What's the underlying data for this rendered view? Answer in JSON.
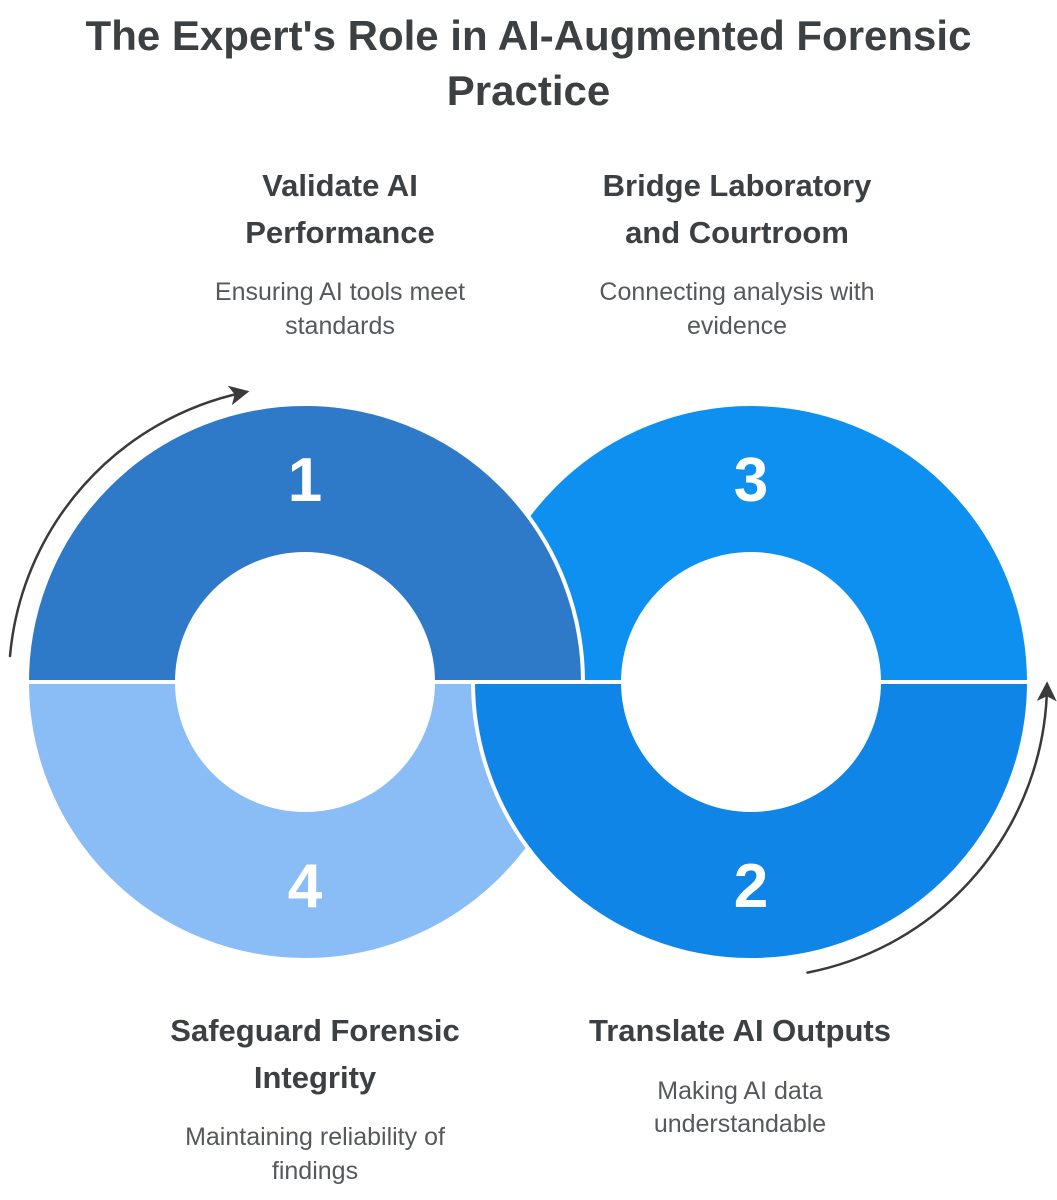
{
  "title": "The Expert's Role in AI-Augmented Forensic Practice",
  "colors": {
    "segment1": "#2e7ac9",
    "segment2": "#0f85e8",
    "segment3": "#0d90f0",
    "segment4": "#8abdf5",
    "arrow": "#3a3a3a",
    "number": "#ffffff"
  },
  "steps": [
    {
      "number": "1",
      "title": "Validate AI Performance",
      "subtitle": "Ensuring AI tools meet standards"
    },
    {
      "number": "2",
      "title": "Translate AI Outputs",
      "subtitle": "Making AI data understandable"
    },
    {
      "number": "3",
      "title": "Bridge Laboratory and Courtroom",
      "subtitle": "Connecting analysis with evidence"
    },
    {
      "number": "4",
      "title": "Safeguard Forensic Integrity",
      "subtitle": "Maintaining reliability of findings"
    }
  ]
}
